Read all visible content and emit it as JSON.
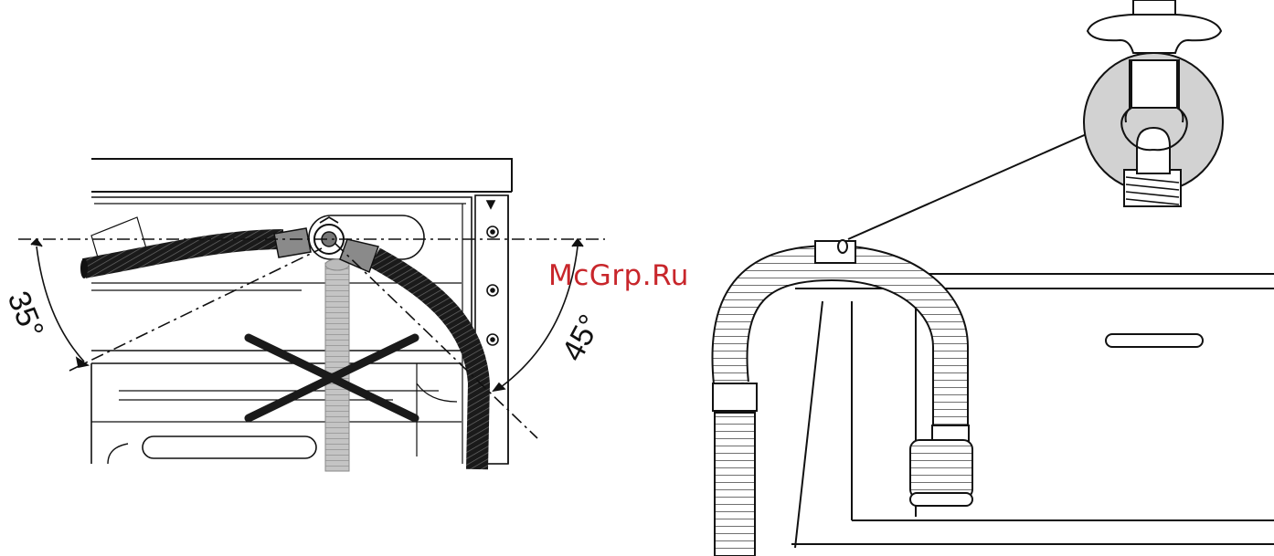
{
  "figure_left": {
    "angle_left_label": "35°",
    "angle_right_label": "45°"
  },
  "watermark": "McGrp.Ru",
  "colors": {
    "line": "#111111",
    "hose_dark": "#1a1a1a",
    "hose_grey": "#bdbdbd",
    "inset_fill": "#d2d2d2",
    "watermark": "#c8262b"
  }
}
